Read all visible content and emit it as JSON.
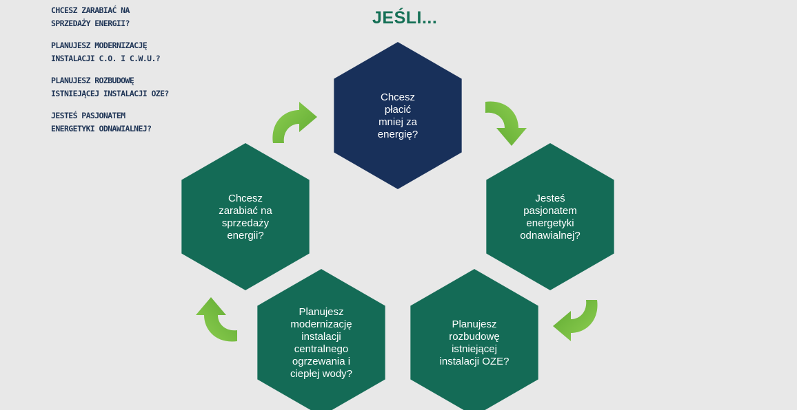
{
  "title": "JEŚLI...",
  "side_links": [
    "Chcesz zarabiać na\nsprzedaży energii?",
    "Planujesz modernizację\ninstalacji c.o. i c.w.u.?",
    "Planujesz rozbudowę\nistniejącej instalacji OZE?",
    "Jesteś pasjonatem\nenergetyki odnawialnej?"
  ],
  "colors": {
    "background": "#e8e8e8",
    "hex_navy": "#18305a",
    "hex_green": "#146b56",
    "arrow_green": "#7cc243",
    "title_green": "#157056",
    "side_text": "#1f3556"
  },
  "hexagons": [
    {
      "id": "hex-pay-less",
      "color": "navy",
      "lines": [
        "Chcesz",
        "płacić",
        "mniej za",
        "energię?"
      ]
    },
    {
      "id": "hex-enthusiast",
      "color": "green",
      "lines": [
        "Jesteś",
        "pasjonatem",
        "energetyki",
        "odnawialnej?"
      ]
    },
    {
      "id": "hex-expand-oze",
      "color": "green",
      "lines": [
        "Planujesz",
        "rozbudowę",
        "istniejącej",
        "instalacji OZE?"
      ]
    },
    {
      "id": "hex-modernize",
      "color": "green",
      "lines": [
        "Planujesz",
        "modernizację",
        "instalacji",
        "centralnego",
        "ogrzewania i",
        "ciepłej wody?"
      ]
    },
    {
      "id": "hex-earn",
      "color": "green",
      "lines": [
        "Chcesz",
        "zarabiać na",
        "sprzedaży",
        "energii?"
      ]
    }
  ],
  "arrows": [
    "curved-arrow",
    "curved-arrow",
    "curved-arrow",
    "curved-arrow"
  ]
}
